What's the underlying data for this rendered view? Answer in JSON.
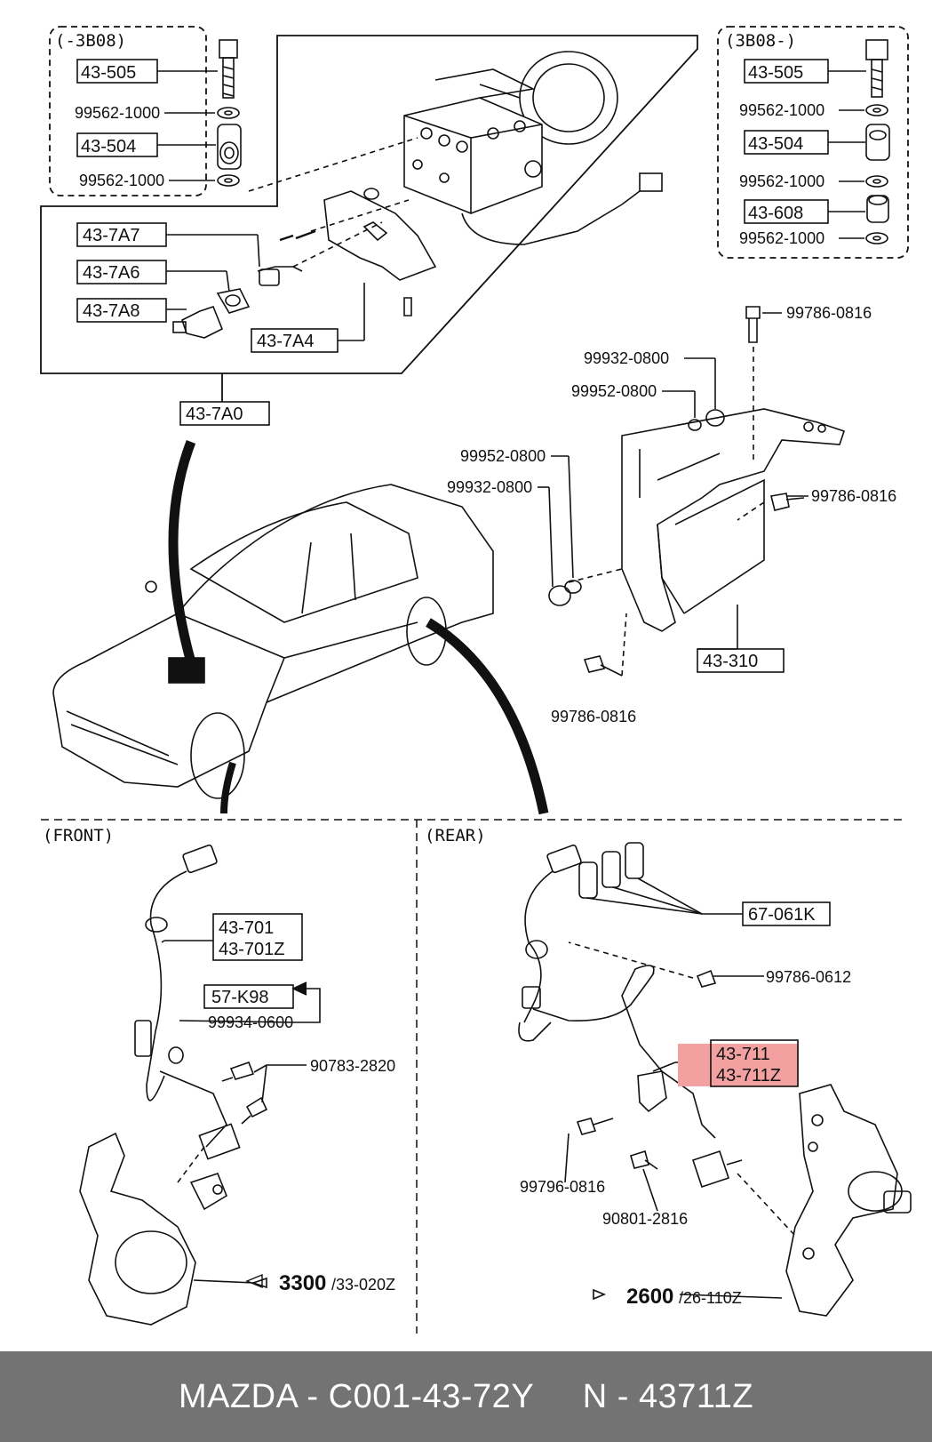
{
  "groups": {
    "left_bracket_label": "(-3B08)",
    "right_bracket_label": "(3B08-)",
    "front_title": "(FRONT)",
    "rear_title": "(REAR)"
  },
  "boxed_parts": {
    "p43_505_left": "43-505",
    "p43_504_left": "43-504",
    "p43_505_right": "43-505",
    "p43_504_right": "43-504",
    "p43_608": "43-608",
    "p43_7A7": "43-7A7",
    "p43_7A6": "43-7A6",
    "p43_7A8": "43-7A8",
    "p43_7A4": "43-7A4",
    "p43_7A0": "43-7A0",
    "p43_310": "43-310",
    "p57_K98": "57-K98",
    "p67_061K": "67-061K",
    "front_sensor_1": "43-701",
    "front_sensor_2": "43-701Z",
    "rear_sensor_1": "43-711",
    "rear_sensor_2": "43-711Z"
  },
  "parts": {
    "washer_l1": "99562-1000",
    "washer_l2": "99562-1000",
    "washer_r1": "99562-1000",
    "washer_r2": "99562-1000",
    "washer_r3": "99562-1000",
    "bolt_top": "99786-0816",
    "nut_a": "99932-0800",
    "washer_a": "99952-0800",
    "washer_b": "99952-0800",
    "nut_b": "99932-0800",
    "bolt_right": "99786-0816",
    "bolt_bottom": "99786-0816",
    "nut_front": "99934-0600",
    "bolt_front": "90783-2820",
    "bolt_rear_a": "99786-0612",
    "bolt_rear_b": "99796-0816",
    "bolt_rear_c": "90801-2816"
  },
  "references": {
    "front_ref_bold": "3300",
    "front_ref_rest": "/33-020Z",
    "rear_ref_bold": "2600",
    "rear_ref_rest": "/26-110Z"
  },
  "footer": {
    "text": "MAZDA - C001-43-72Y     N - 43711Z"
  },
  "colors": {
    "highlight": "#f2a0a0",
    "footer_bg": "#737373"
  }
}
